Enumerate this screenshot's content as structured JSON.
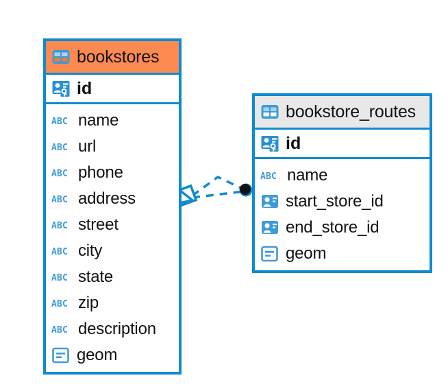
{
  "diagram": {
    "type": "entity-relationship-diagram",
    "colors": {
      "border": "#0e8bd0",
      "header_primary": "#fd8a50",
      "header_secondary": "#e8e8e8",
      "icon_blue": "#3d9bd8",
      "icon_blue_dark": "#1a8fd1",
      "text": "#111111",
      "connector": "#0e8bd0",
      "endpoint": "#111111",
      "background": "#ffffff"
    }
  },
  "tables": [
    {
      "name": "bookstores",
      "header_style": "orange",
      "table_icon": "table-icon",
      "primary_key": {
        "label": "id",
        "icon": "primary-key-icon"
      },
      "fields": [
        {
          "label": "name",
          "icon": "text-field-icon"
        },
        {
          "label": "url",
          "icon": "text-field-icon"
        },
        {
          "label": "phone",
          "icon": "text-field-icon"
        },
        {
          "label": "address",
          "icon": "text-field-icon"
        },
        {
          "label": "street",
          "icon": "text-field-icon"
        },
        {
          "label": "city",
          "icon": "text-field-icon"
        },
        {
          "label": "state",
          "icon": "text-field-icon"
        },
        {
          "label": "zip",
          "icon": "text-field-icon"
        },
        {
          "label": "description",
          "icon": "text-field-icon"
        },
        {
          "label": "geom",
          "icon": "geometry-field-icon"
        }
      ]
    },
    {
      "name": "bookstore_routes",
      "header_style": "gray",
      "table_icon": "table-icon",
      "primary_key": {
        "label": "id",
        "icon": "primary-key-icon"
      },
      "fields": [
        {
          "label": "name",
          "icon": "text-field-icon"
        },
        {
          "label": "start_store_id",
          "icon": "foreign-key-icon"
        },
        {
          "label": "end_store_id",
          "icon": "foreign-key-icon"
        },
        {
          "label": "geom",
          "icon": "geometry-field-icon"
        }
      ]
    }
  ],
  "relationships": [
    {
      "from": "bookstores",
      "to": "bookstore_routes",
      "via": "start_store_id",
      "style": "dashed"
    },
    {
      "from": "bookstores",
      "to": "bookstore_routes",
      "via": "end_store_id",
      "style": "dashed"
    }
  ]
}
